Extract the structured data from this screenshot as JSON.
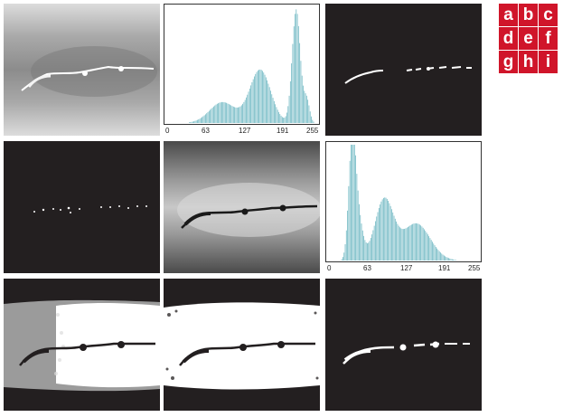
{
  "legend": {
    "labels": [
      "a",
      "b",
      "c",
      "d",
      "e",
      "f",
      "g",
      "h",
      "i"
    ]
  },
  "histogram_b": {
    "tick_labels": [
      "0",
      "63",
      "127",
      "191",
      "255"
    ]
  },
  "histogram_f": {
    "tick_labels": [
      "0",
      "63",
      "127",
      "191",
      "255"
    ]
  },
  "colors": {
    "histogram_bar": "#6fb8c3",
    "legend_bg": "#d0152a",
    "dark_panel": "#231f20"
  }
}
